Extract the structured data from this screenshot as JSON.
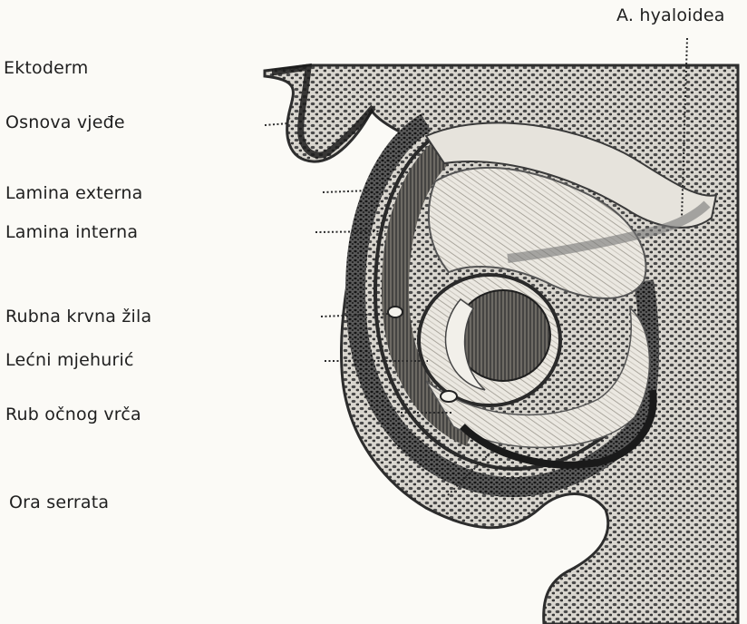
{
  "labels": [
    "Ektoderm",
    "Osnova vjeđe",
    "Lamina externa",
    "Lamina interna",
    "Rubna krvna žila",
    "Lećni mjehurić",
    "Rub očnog vrča",
    "Ora serrata",
    "A. hyaloidea"
  ]
}
